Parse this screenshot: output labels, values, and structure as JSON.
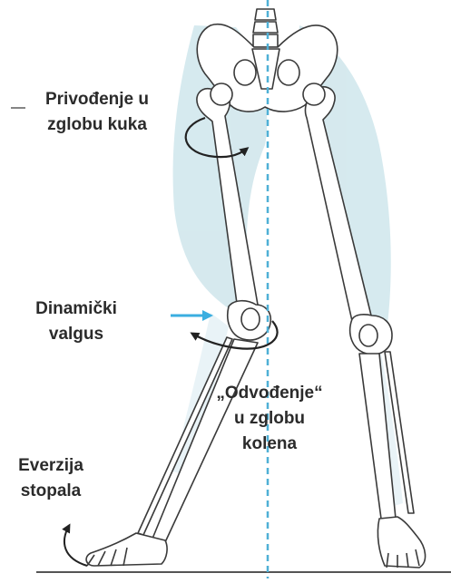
{
  "labels": {
    "hip_adduction": [
      "Privođenje u",
      "zglobu kuka"
    ],
    "dynamic_valgus": [
      "Dinamički",
      "valgus"
    ],
    "knee_abduction": [
      "„Odvođenje“",
      "u zglobu",
      "kolena"
    ],
    "foot_eversion": [
      "Everzija",
      "stopala"
    ]
  },
  "colors": {
    "bone_fill": "#ffffff",
    "bone_outline": "#3a3a3a",
    "muscle_shading": "#cfe6ec",
    "midline": "#4fb0d6",
    "force_arrow": "#3aaee0",
    "rotation_arrow": "#222222",
    "text": "#2b2b2b",
    "ground_line": "#555555"
  },
  "icons": [
    "rotation-arrow-icon",
    "force-arrow-icon"
  ]
}
